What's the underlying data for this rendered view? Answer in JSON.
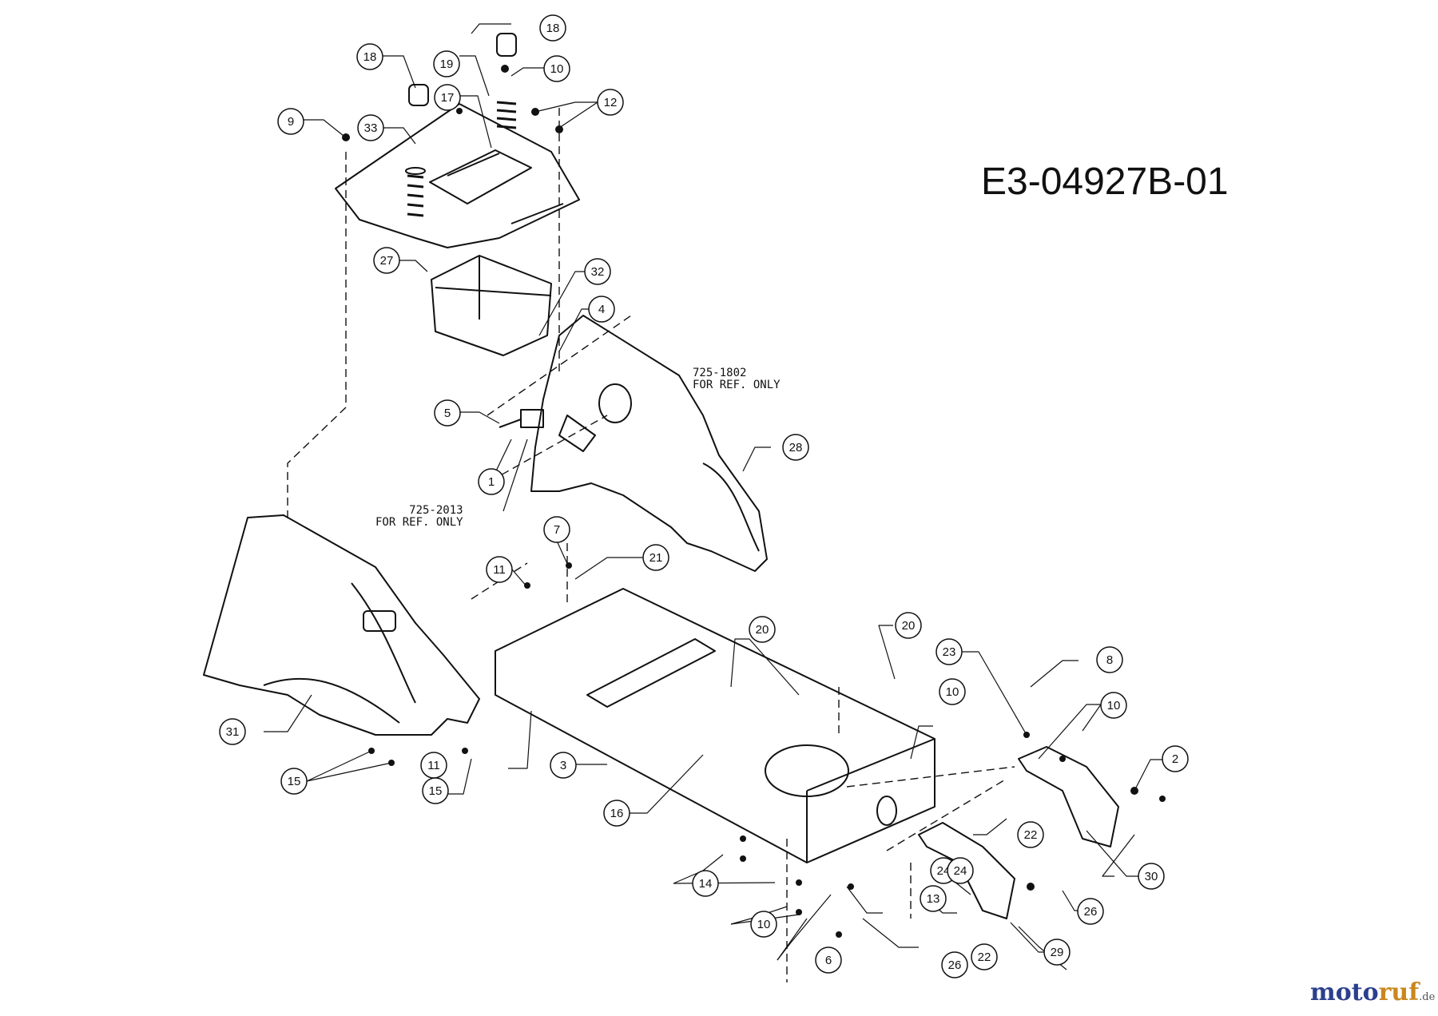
{
  "drawing_number": "E3-04927B-01",
  "reference_notes": [
    {
      "part": "725-1802",
      "note": "FOR REF. ONLY"
    },
    {
      "part": "725-2013",
      "note": "FOR REF. ONLY"
    }
  ],
  "callouts": [
    "18",
    "18",
    "10",
    "19",
    "17",
    "12",
    "9",
    "33",
    "27",
    "32",
    "4",
    "5",
    "1",
    "28",
    "7",
    "21",
    "11",
    "31",
    "15",
    "11",
    "15",
    "3",
    "16",
    "20",
    "20",
    "23",
    "8",
    "10",
    "2",
    "22",
    "10",
    "30",
    "26",
    "13",
    "24",
    "14",
    "24",
    "10",
    "6",
    "26",
    "22",
    "29"
  ],
  "watermark": {
    "brand_a": "moto",
    "brand_b": "ruf",
    "tld": ".de"
  }
}
